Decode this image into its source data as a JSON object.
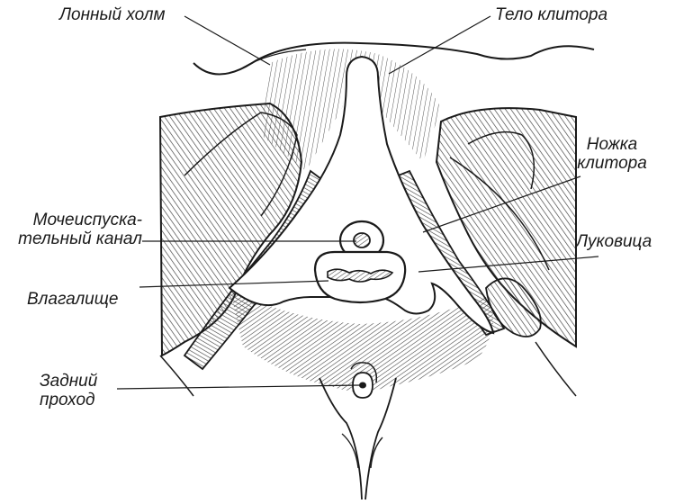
{
  "labels": {
    "mons_pubis": "Лонный холм",
    "clitoris_body": "Тело клитора",
    "clitoris_crus": "Ножка\nклитора",
    "urethra": "Мочеиспуска-\nтельный канал",
    "bulb": "Луковица",
    "vagina": "Влагалище",
    "anus": "Задний\nпроход"
  },
  "colors": {
    "ink": "#1a1a1a",
    "hatch": "#3a3a3a",
    "background": "#ffffff"
  }
}
